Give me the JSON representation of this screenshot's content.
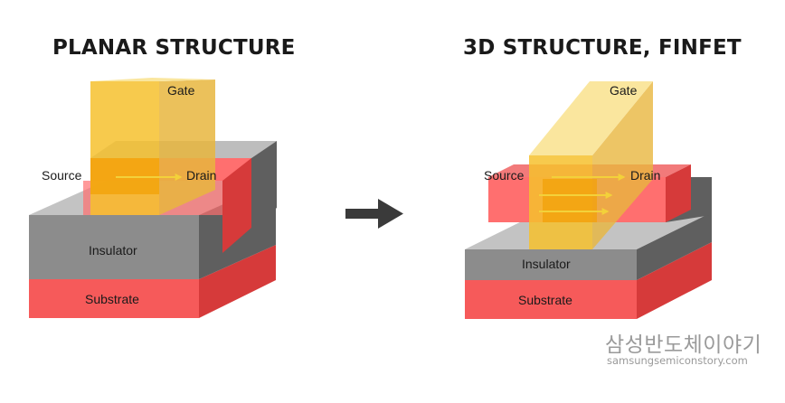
{
  "titles": {
    "planar": "PLANAR STRUCTURE",
    "finfet": "3D STRUCTURE, FINFET"
  },
  "planar": {
    "gate": "Gate",
    "source": "Source",
    "drain": "Drain",
    "insulator": "Insulator",
    "substrate": "Substrate"
  },
  "finfet": {
    "gate": "Gate",
    "source": "Source",
    "drain": "Drain",
    "insulator": "Insulator",
    "substrate": "Substrate"
  },
  "watermark": {
    "korean": "삼성반도체이야기",
    "url": "samsungsemiconstory.com"
  },
  "icons": {
    "transition": "arrow-right-icon"
  },
  "colors": {
    "substrate_front": "#f65a5a",
    "substrate_side": "#d63a3a",
    "insulator_front": "#8c8c8c",
    "insulator_top": "#c3c3c3",
    "insulator_side": "#5f5f5f",
    "gate_front": "#f6c12e",
    "gate_side": "#e8b63e",
    "gate_top": "#f9e394",
    "current_arrow": "#f3d13a",
    "transition_arrow": "#3a3a3a"
  }
}
